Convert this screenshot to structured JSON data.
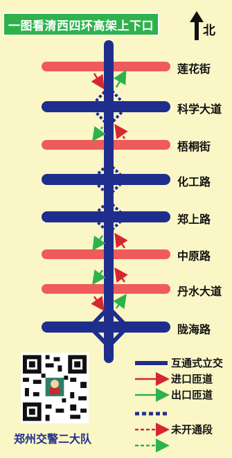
{
  "title": "一图看清西四环高架上下口",
  "compass": {
    "label": "北",
    "icon": "north-arrow-icon"
  },
  "roads": [
    {
      "name": "莲花街",
      "type": "red"
    },
    {
      "name": "科学大道",
      "type": "blue"
    },
    {
      "name": "梧桐街",
      "type": "red"
    },
    {
      "name": "化工路",
      "type": "blue"
    },
    {
      "name": "郑上路",
      "type": "blue"
    },
    {
      "name": "中原路",
      "type": "red"
    },
    {
      "name": "丹水大道",
      "type": "red"
    },
    {
      "name": "陇海路",
      "type": "blue"
    }
  ],
  "legend": [
    {
      "label": "互通式立交",
      "style": "blue-solid"
    },
    {
      "label": "进口匝道",
      "style": "red-arrow"
    },
    {
      "label": "出口匝道",
      "style": "green-arrow"
    },
    {
      "label": "",
      "style": "blue-dashed"
    },
    {
      "label": "未开通段",
      "style": "red-dashed-arrow"
    },
    {
      "label": "",
      "style": "green-dashed-arrow"
    }
  ],
  "brand": "郑州交警二大队",
  "colors": {
    "background": "#fbf6c6",
    "title_bg": "#2fb24c",
    "blue": "#1f2e8c",
    "red": "#ef5b5b",
    "arrow_red": "#d6262f",
    "arrow_green": "#2fb24c"
  }
}
